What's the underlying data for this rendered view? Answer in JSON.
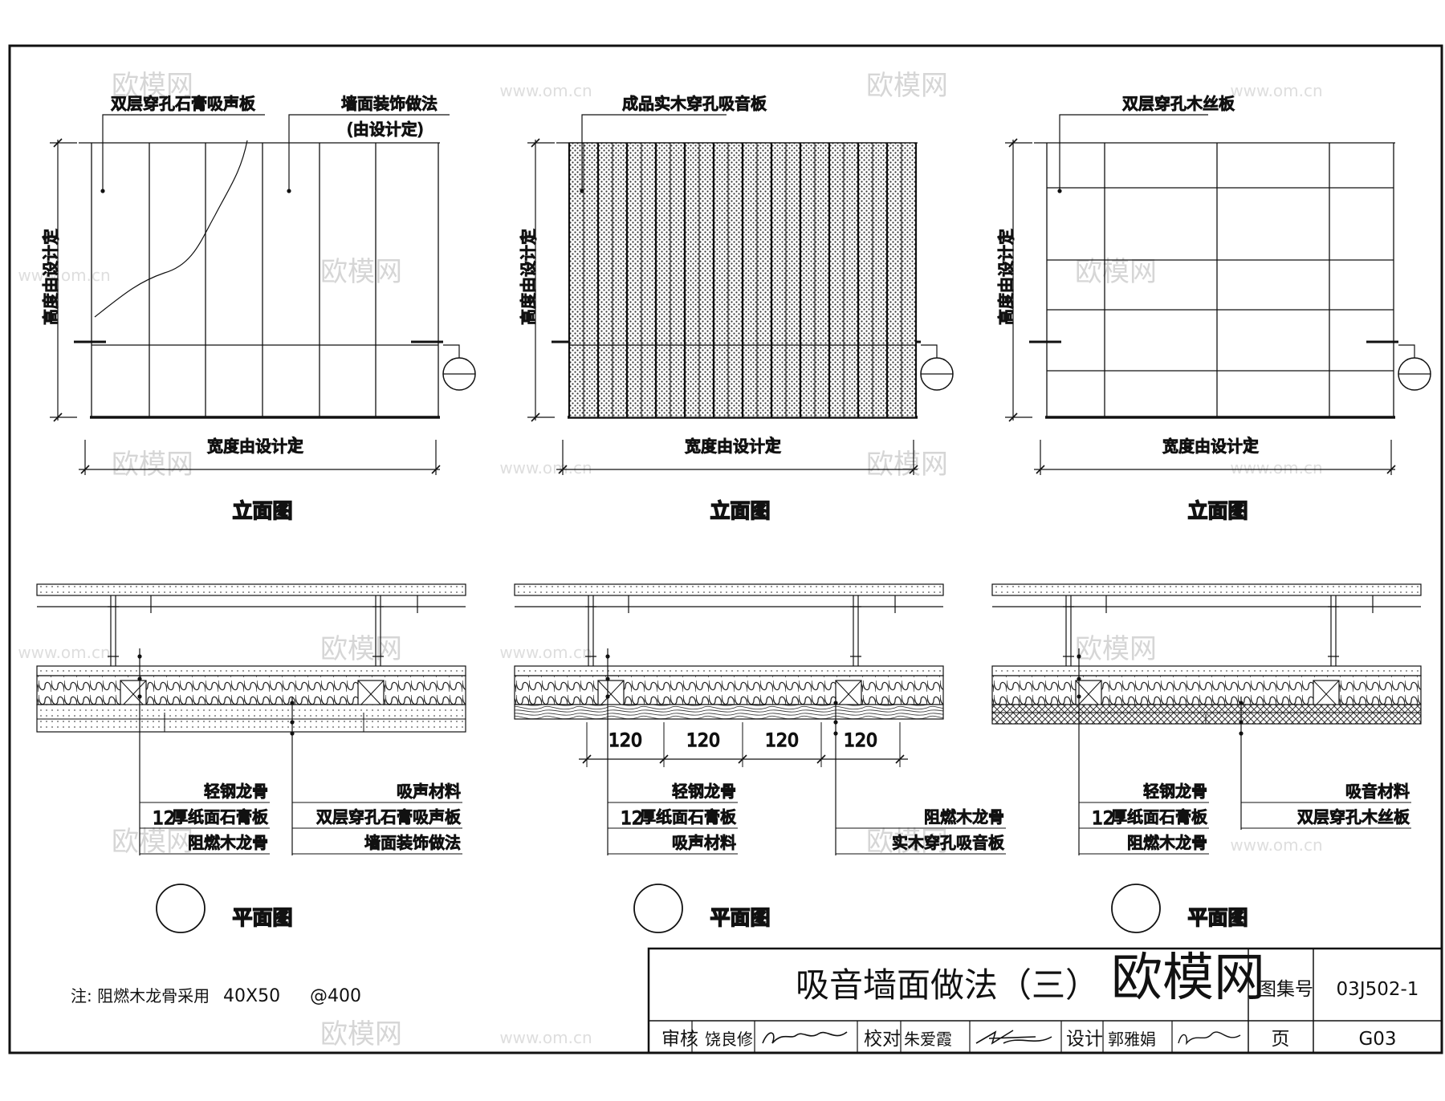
{
  "panels": [
    {
      "elevation": {
        "labels": [
          "双层穿孔石膏吸声板",
          "墙面装饰做法",
          "(由设计定)"
        ],
        "height_note": "高度由设计定",
        "width_note": "宽度由设计定",
        "paren": ")",
        "caption": "立面图"
      },
      "plan": {
        "labels_left": [
          "轻钢龙骨",
          "厚纸面石膏板",
          "阻燃木龙骨"
        ],
        "thickness": "12",
        "labels_right": [
          "吸声材料",
          "双层穿孔石膏吸声板",
          "墙面装饰做法"
        ],
        "caption": "平面图"
      }
    },
    {
      "elevation": {
        "labels": [
          "成品实木穿孔吸音板"
        ],
        "height_note": "高度由设计定",
        "width_note": "宽度由设计定",
        "paren": ")",
        "caption": "立面图"
      },
      "plan": {
        "dims": [
          "120",
          "120",
          "120",
          "120"
        ],
        "labels_left": [
          "轻钢龙骨",
          "厚纸面石膏板",
          "吸声材料"
        ],
        "thickness": "12",
        "labels_right": [
          "阻燃木龙骨",
          "实木穿孔吸音板"
        ],
        "caption": "平面图"
      }
    },
    {
      "elevation": {
        "labels": [
          "双层穿孔木丝板"
        ],
        "height_note": "高度由设计定",
        "width_note": "宽度由设计定",
        "paren": ")",
        "caption": "立面图"
      },
      "plan": {
        "labels_left": [
          "轻钢龙骨",
          "厚纸面石膏板",
          "阻燃木龙骨"
        ],
        "thickness": "12",
        "labels_right": [
          "吸音材料",
          "双层穿孔木丝板"
        ],
        "caption": "平面图"
      }
    }
  ],
  "note": {
    "prefix": "注: 阻燃木龙骨采用",
    "size": "40X50",
    "spacing": "@400"
  },
  "title_block": {
    "title": "吸音墙面做法（三）",
    "atlas_label": "图集号",
    "atlas_no": "03J502-1",
    "review_label": "审核",
    "reviewer": "饶良修",
    "check_label": "校对",
    "checker": "朱爱霞",
    "design_label": "设计",
    "designer": "郭雅娟",
    "page_label": "页",
    "page_no": "G03"
  },
  "watermarks": {
    "brand": "欧模网",
    "url": "www.om.cn"
  }
}
